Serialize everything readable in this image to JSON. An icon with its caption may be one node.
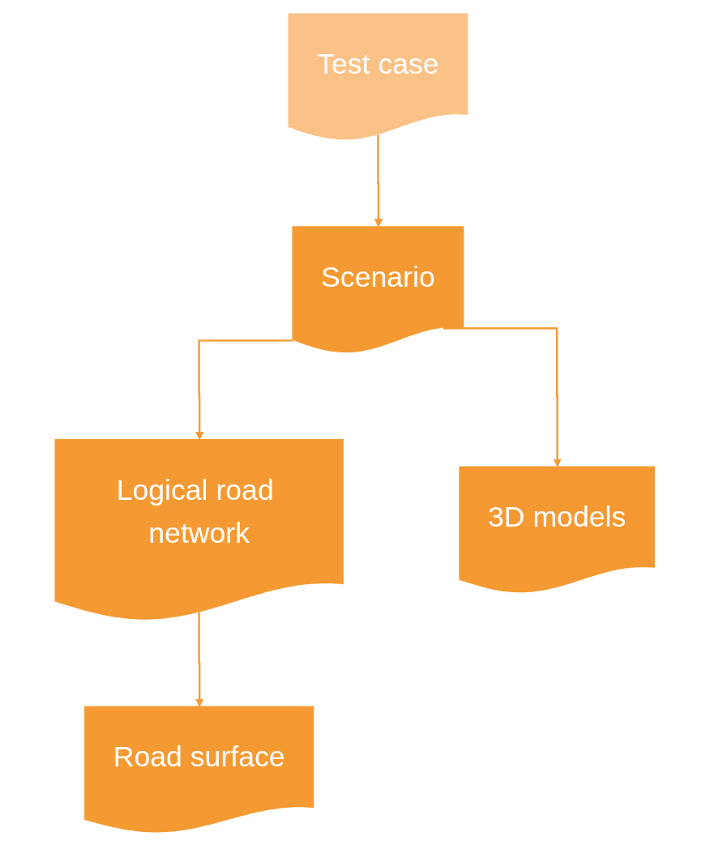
{
  "diagram": {
    "nodes": [
      {
        "text": [
          "Test case"
        ]
      },
      {
        "text": [
          "Scenario"
        ]
      },
      {
        "text": [
          "Logical road network"
        ]
      },
      {
        "text": [
          "3D models"
        ]
      },
      {
        "text": [
          "Road surface"
        ]
      }
    ],
    "edges": [
      {
        "from": 0,
        "to": 1,
        "arrow": "to"
      },
      {
        "from": 1,
        "to": 2,
        "arrow": "to"
      },
      {
        "from": 1,
        "to": 3,
        "arrow": "to"
      },
      {
        "from": 2,
        "to": 4,
        "arrow": "to"
      }
    ]
  }
}
